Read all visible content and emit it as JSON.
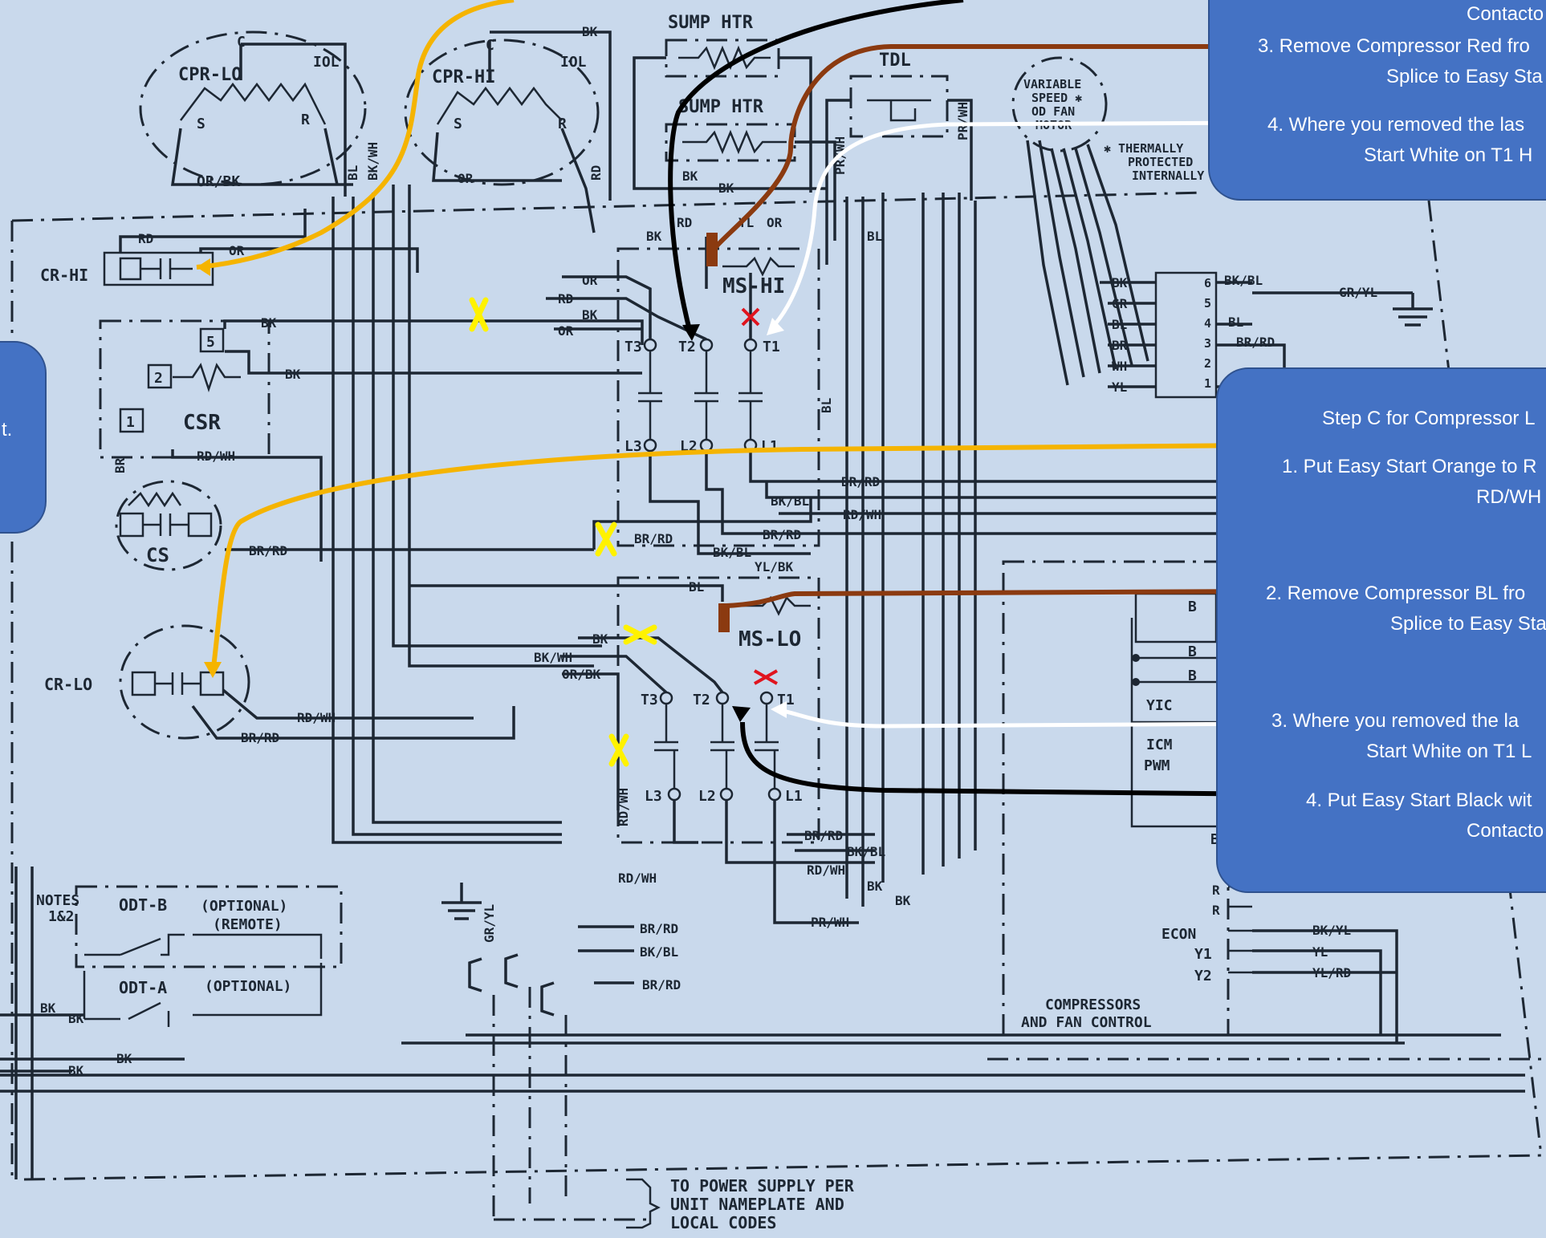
{
  "components": {
    "cpr_lo": "CPR-LO",
    "cpr_hi": "CPR-HI",
    "sump_htr_1": "SUMP HTR",
    "sump_htr_2": "SUMP HTR",
    "tdl": "TDL",
    "variable_speed_motor": [
      "VARIABLE",
      "SPEED ✱",
      "OD FAN",
      "MOTOR"
    ],
    "thermally_protected": [
      "✱ THERMALLY",
      "PROTECTED",
      "INTERNALLY"
    ],
    "cr_hi": "CR-HI",
    "cr_lo": "CR-LO",
    "csr": "CSR",
    "cs": "CS",
    "ms_hi": "MS-HI",
    "ms_lo": "MS-LO",
    "notes": [
      "NOTES",
      "1&2"
    ],
    "odt_b": "ODT-B",
    "odt_b_optional": [
      "(OPTIONAL)",
      "(REMOTE)"
    ],
    "odt_a": "ODT-A",
    "odt_a_optional": "(OPTIONAL)",
    "compressor_fan_control": [
      "COMPRESSORS",
      "AND FAN CONTROL"
    ],
    "power_supply_note": [
      "TO POWER SUPPLY PER",
      "UNIT NAMEPLATE AND",
      "LOCAL CODES"
    ]
  },
  "terminals": {
    "c": "C",
    "s": "S",
    "r": "R",
    "iol": "IOL",
    "t1": "T1",
    "t2": "T2",
    "t3": "T3",
    "l1": "L1",
    "l2": "L2",
    "l3": "L3",
    "n1": "1",
    "n2": "2",
    "n5": "5",
    "fan_pins": [
      "6",
      "5",
      "4",
      "3",
      "2",
      "1"
    ],
    "b": "B",
    "yic": "YIC",
    "icm": "ICM",
    "pwm": "PWM",
    "r_term": "R",
    "econ": "ECON",
    "y1": "Y1",
    "y2": "Y2"
  },
  "wire_labels": {
    "bk": "BK",
    "rd": "RD",
    "or": "OR",
    "bl": "BL",
    "yl": "YL",
    "wh": "WH",
    "br": "BR",
    "gr": "GR",
    "or_bk": "OR/BK",
    "bk_wh": "BK/WH",
    "rd_wh": "RD/WH",
    "br_rd": "BR/RD",
    "bk_bl": "BK/BL",
    "yl_bk": "YL/BK",
    "pr_wh": "PR/WH",
    "gr_yl": "GR/YL",
    "bk_yl": "BK/YL",
    "yl_rd": "YL/RD",
    "bk_bl_fan": "BK/BL"
  },
  "callouts": {
    "top_right": {
      "top_fragment": "Contacto",
      "step3": [
        "3. Remove Compressor Red fro",
        "Splice to Easy Sta"
      ],
      "step4": [
        "4. Where you removed the las",
        "Start White on T1 H"
      ]
    },
    "left_fragment": "t.",
    "right": {
      "heading": "Step C for Compressor L",
      "step1": [
        "1. Put Easy Start Orange to R",
        "RD/WH"
      ],
      "step2": [
        "2. Remove Compressor BL fro",
        "Splice to Easy Sta"
      ],
      "step3": [
        "3. Where you removed the la",
        "Start White on T1 L"
      ],
      "step4": [
        "4. Put Easy Start Black wit",
        "Contacto"
      ]
    }
  },
  "colors": {
    "background": "#c9d9ec",
    "ink": "#1d2733",
    "callout_fill": "#4472c4",
    "callout_border": "#2f528f",
    "orange_lead": "#f5b400",
    "brown_lead": "#8b3a10",
    "white_lead": "#ffffff",
    "black_lead": "#000000",
    "yellow_x_mark": "#fff200",
    "red_x_mark": "#e0141e"
  }
}
